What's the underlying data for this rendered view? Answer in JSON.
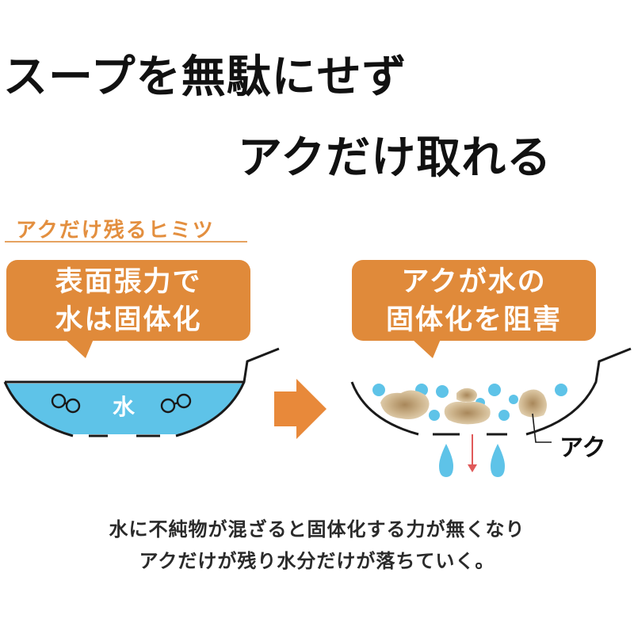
{
  "headline": {
    "line1": "スープを無駄にせず",
    "line2": "アクだけ取れる"
  },
  "subtitle": "アクだけ残るヒミツ",
  "left_panel": {
    "bubble_line1": "表面張力で",
    "bubble_line2": "水は固体化",
    "water_label": "水"
  },
  "right_panel": {
    "bubble_line1": "アクが水の",
    "bubble_line2": "固体化を阻害",
    "scum_label": "アク"
  },
  "caption": {
    "line1": "水に不純物が混ざると固体化する力が無くなり",
    "line2": "アクだけが残り水分だけが落ちていく。"
  },
  "colors": {
    "accent_orange": "#e08a3a",
    "subtitle_orange": "#e38f3f",
    "water_blue": "#5ec3e8",
    "scum_brown": "#c9ae85",
    "drip_red": "#e05a5a"
  }
}
